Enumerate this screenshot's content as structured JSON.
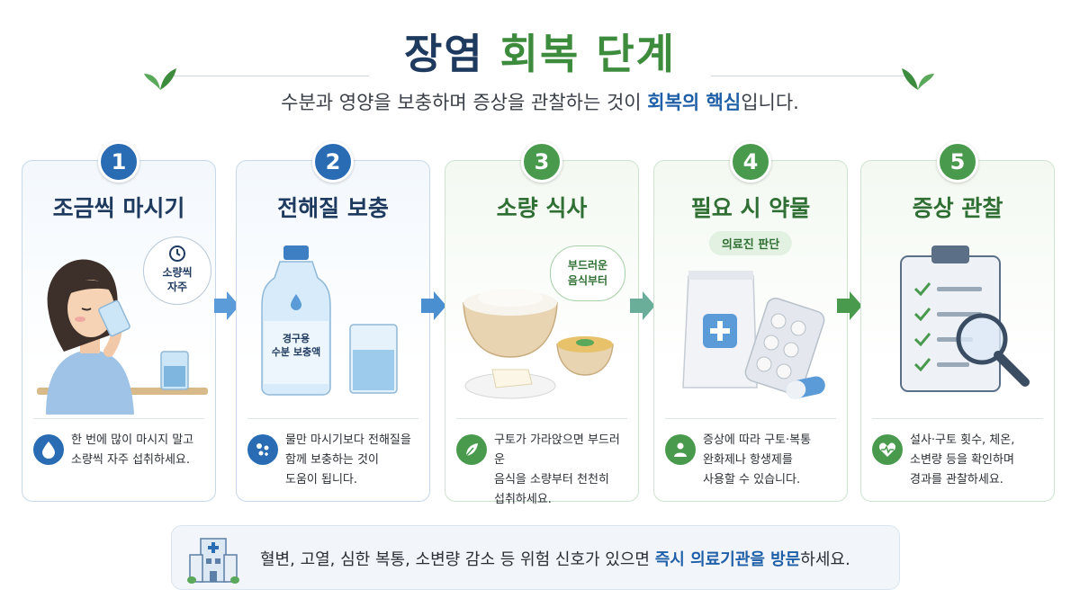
{
  "header": {
    "title_part1": "장염",
    "title_part2": "회복 단계",
    "subtitle_pre": "수분과 영양을 보충하며 증상을 관찰하는 것이 ",
    "subtitle_hl": "회복의 핵심",
    "subtitle_post": "입니다."
  },
  "steps": [
    {
      "number": "1",
      "title": "조금씩 마시기",
      "bubble": "소량씩\n자주",
      "desc": "한 번에 많이 마시지 말고\n소량씩 자주 섭취하세요.",
      "icon": "water-drop-icon",
      "color": "#2a6cb3"
    },
    {
      "number": "2",
      "title": "전해질 보충",
      "bottle_label": "경구용\n수분 보충액",
      "desc": "물만 마시기보다 전해질을\n함께 보충하는 것이\n도움이 됩니다.",
      "icon": "electrolyte-icon",
      "color": "#2a6cb3"
    },
    {
      "number": "3",
      "title": "소량 식사",
      "bubble": "부드러운\n음식부터",
      "desc": "구토가 가라앉으면 부드러운\n음식을 소량부터 천천히\n섭취하세요.",
      "icon": "leaf-icon",
      "color": "#4a9a4e"
    },
    {
      "number": "4",
      "title": "필요 시 약물",
      "pill": "의료진 판단",
      "desc": "증상에 따라 구토·복통\n완화제나 항생제를\n사용할 수 있습니다.",
      "icon": "doctor-icon",
      "color": "#4a9a4e"
    },
    {
      "number": "5",
      "title": "증상 관찰",
      "desc": "설사·구토 횟수, 체온,\n소변량 등을 확인하며\n경과를 관찰하세요.",
      "icon": "heart-pulse-icon",
      "color": "#4a9a4e"
    }
  ],
  "footer": {
    "warn_pre": "혈변, 고열, 심한 복통, 소변량 감소 등 위험 신호가 있으면 ",
    "warn_hl": "즉시 의료기관을 방문",
    "warn_post": "하세요.",
    "icon": "hospital-icon"
  }
}
